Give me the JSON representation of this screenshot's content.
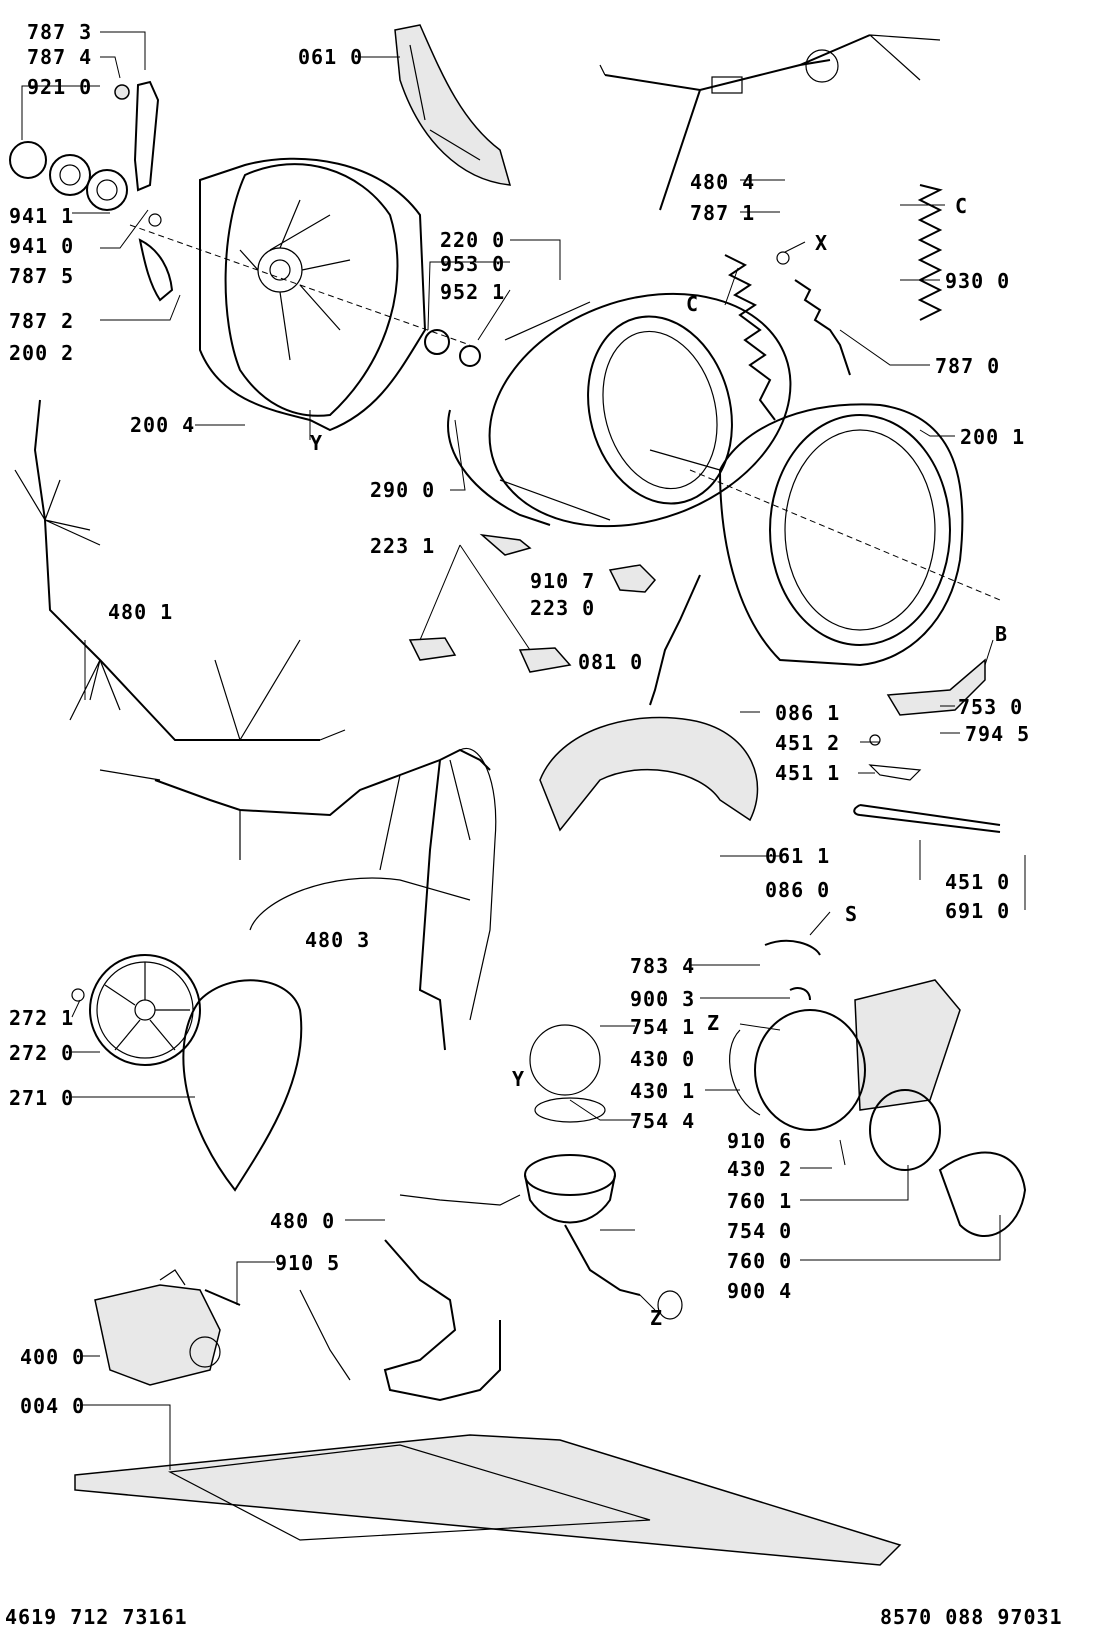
{
  "drawing": {
    "document_number_left": "4619 712 73161",
    "document_number_right": "8570 088 97031"
  },
  "labels": {
    "l_787_3": "787 3",
    "l_787_4": "787 4",
    "l_921_0": "921 0",
    "l_941_1": "941 1",
    "l_941_0": "941 0",
    "l_787_5": "787 5",
    "l_787_2": "787 2",
    "l_200_2": "200 2",
    "l_200_4": "200 4",
    "l_061_0": "061 0",
    "l_220_0": "220 0",
    "l_953_0": "953 0",
    "l_952_1": "952 1",
    "l_290_0": "290 0",
    "l_223_1": "223 1",
    "l_910_7": "910 7",
    "l_223_0": "223 0",
    "l_081_0": "081 0",
    "l_480_1": "480 1",
    "l_480_4": "480 4",
    "l_787_1": "787 1",
    "l_x": "X",
    "l_c1": "C",
    "l_930_0": "930 0",
    "l_c2": "C",
    "l_787_0": "787 0",
    "l_200_1": "200 1",
    "l_b": "B",
    "l_753_0": "753 0",
    "l_794_5": "794 5",
    "l_086_1": "086 1",
    "l_451_2": "451 2",
    "l_451_1": "451 1",
    "l_061_1": "061 1",
    "l_086_0": "086 0",
    "l_451_0": "451 0",
    "l_691_0": "691 0",
    "l_y1": "Y",
    "l_s": "S",
    "l_480_3": "480 3",
    "l_783_4": "783 4",
    "l_900_3": "900 3",
    "l_754_1": "754 1",
    "l_z1": "Z",
    "l_430_0": "430 0",
    "l_430_1": "430 1",
    "l_y2": "Y",
    "l_754_4": "754 4",
    "l_910_6": "910 6",
    "l_430_2": "430 2",
    "l_760_1": "760 1",
    "l_754_0": "754 0",
    "l_760_0": "760 0",
    "l_900_4": "900 4",
    "l_z2": "Z",
    "l_272_1": "272 1",
    "l_272_0": "272 0",
    "l_271_0": "271 0",
    "l_480_0": "480 0",
    "l_910_5": "910 5",
    "l_400_0": "400 0",
    "l_004_0": "004 0"
  }
}
